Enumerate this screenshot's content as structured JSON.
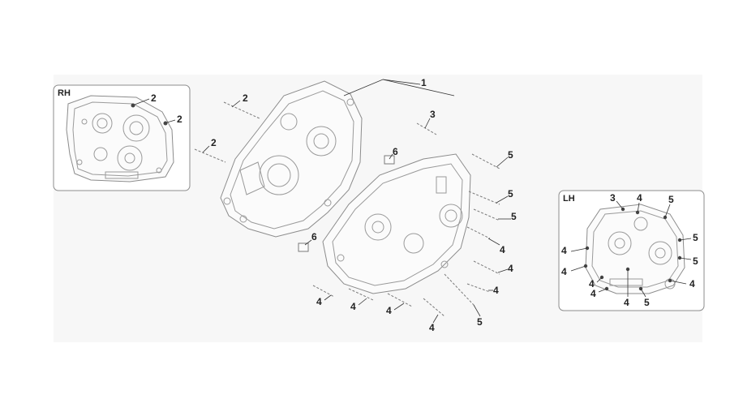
{
  "insets": {
    "rh": {
      "title": "RH",
      "callouts": [
        "2",
        "2"
      ]
    },
    "lh": {
      "title": "LH",
      "callouts": [
        "3",
        "4",
        "5",
        "4",
        "5",
        "4",
        "5",
        "4",
        "4",
        "4",
        "4",
        "5"
      ]
    }
  },
  "main_callouts": [
    "1",
    "2",
    "2",
    "3",
    "6",
    "6",
    "5",
    "5",
    "5",
    "4",
    "4",
    "4",
    "4",
    "4",
    "4",
    "4",
    "5"
  ]
}
